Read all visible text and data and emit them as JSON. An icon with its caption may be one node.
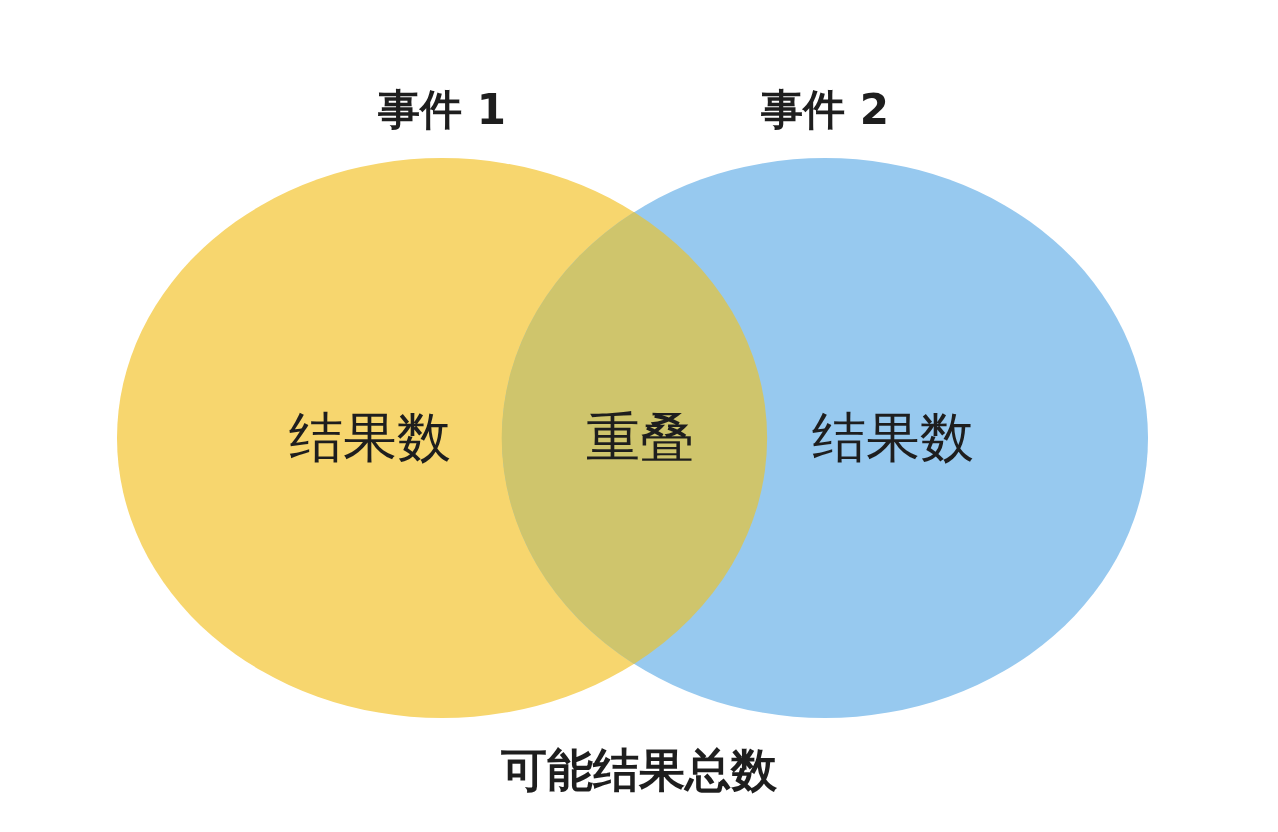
{
  "diagram": {
    "caption": "可能结果总数",
    "nodes": [
      {
        "text": [
          "事件 1",
          "结果数"
        ]
      },
      {
        "text": [
          "事件 2",
          "结果数"
        ]
      },
      {
        "text": [
          "重叠"
        ]
      }
    ]
  }
}
